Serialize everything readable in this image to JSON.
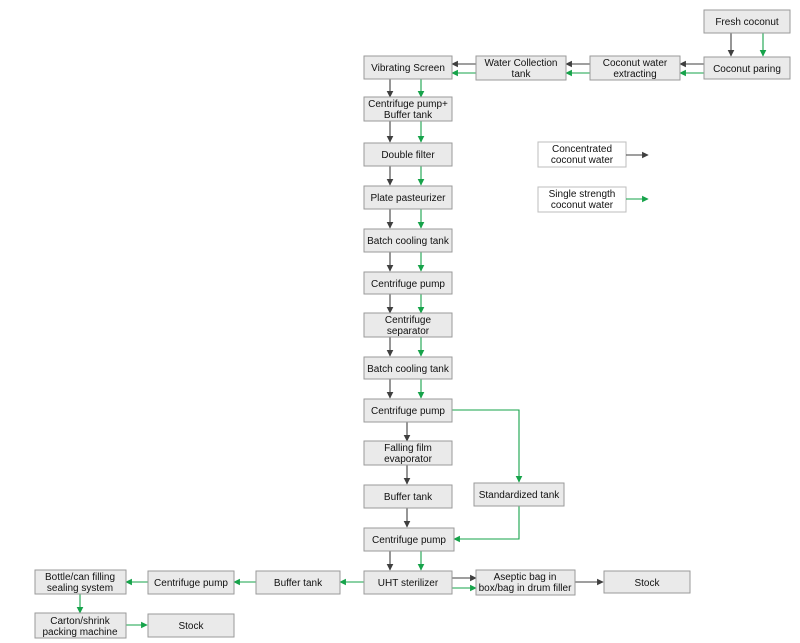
{
  "colors": {
    "concentrated": "#3f3f3f",
    "single": "#16a34a"
  },
  "nodes": {
    "fresh_coconut": "Fresh coconut",
    "coconut_paring": "Coconut paring",
    "coconut_water_extracting": [
      "Coconut water",
      "extracting"
    ],
    "water_collection_tank": [
      "Water Collection",
      "tank"
    ],
    "vibrating_screen": "Vibrating Screen",
    "centrifuge_pump_buffer_tank": [
      "Centrifuge pump+",
      "Buffer tank"
    ],
    "double_filter": "Double filter",
    "plate_pasteurizer": "Plate pasteurizer",
    "batch_cooling_tank_1": "Batch cooling tank",
    "centrifuge_pump_1": "Centrifuge pump",
    "centrifuge_separator": [
      "Centrifuge",
      "separator"
    ],
    "batch_cooling_tank_2": "Batch cooling tank",
    "centrifuge_pump_2": "Centrifuge pump",
    "falling_film_evaporator": [
      "Falling film",
      "evaporator"
    ],
    "buffer_tank_1": "Buffer tank",
    "standardized_tank": "Standardized tank",
    "centrifuge_pump_3": "Centrifuge pump",
    "uht_sterilizer": "UHT sterilizer",
    "aseptic_bag_filler": [
      "Aseptic bag in",
      "box/bag in drum filler"
    ],
    "stock_1": "Stock",
    "buffer_tank_2": "Buffer tank",
    "centrifuge_pump_4": "Centrifuge pump",
    "bottle_can_filling": [
      "Bottle/can filling",
      "sealing system"
    ],
    "carton_shrink_packing": [
      "Carton/shrink",
      "packing machine"
    ],
    "stock_2": "Stock"
  },
  "legend": {
    "concentrated": [
      "Concentrated",
      "coconut water"
    ],
    "single_strength": [
      "Single strength",
      "coconut water"
    ]
  }
}
